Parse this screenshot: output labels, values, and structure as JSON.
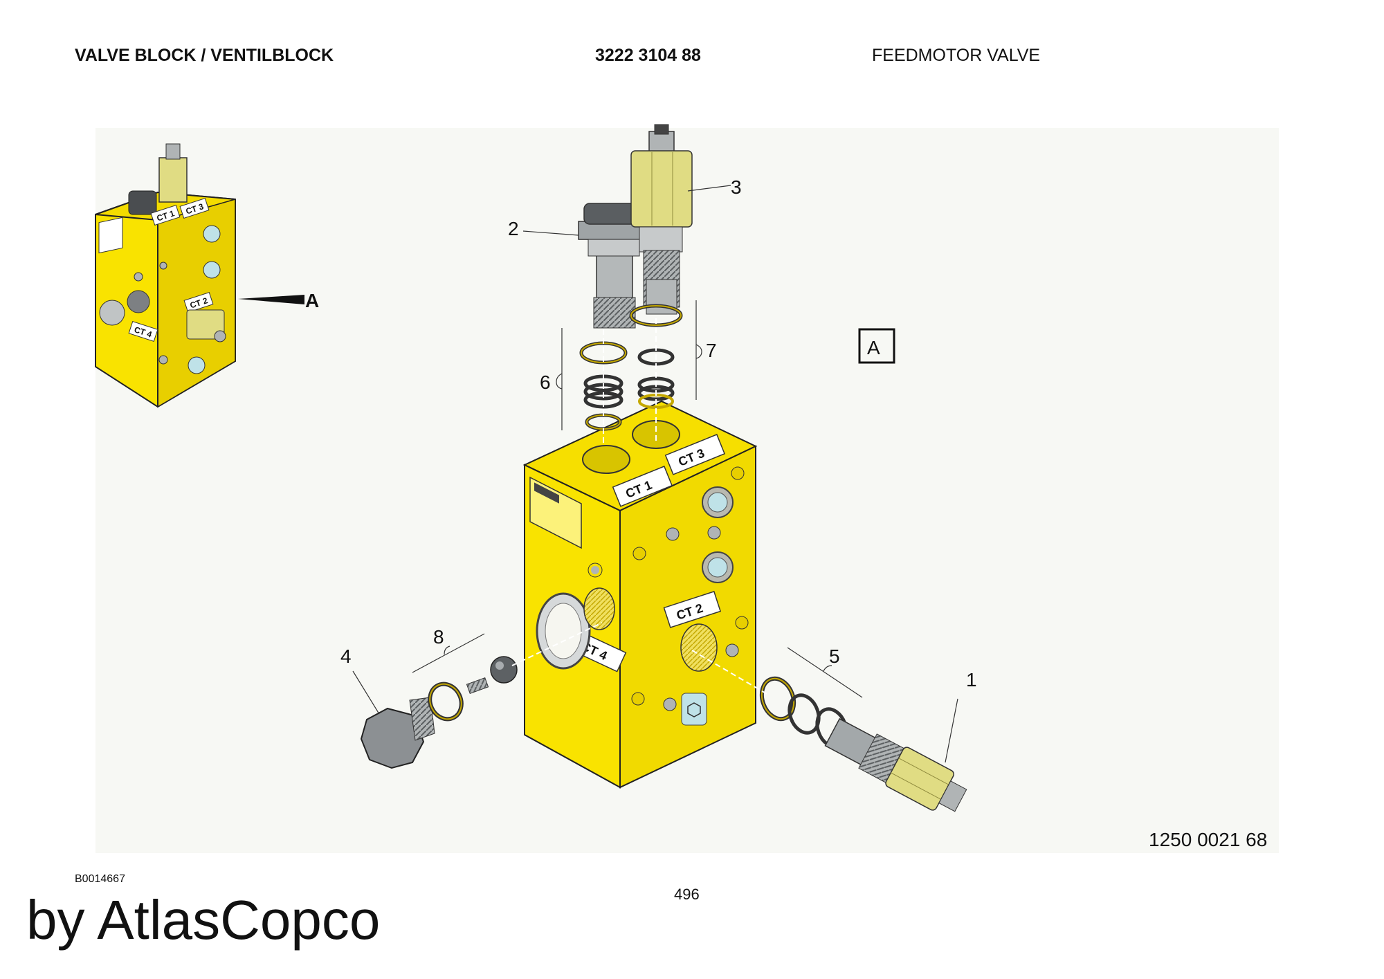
{
  "header": {
    "title": "VALVE BLOCK / VENTILBLOCK",
    "part_number": "3222 3104 88",
    "description": "FEEDMOTOR VALVE"
  },
  "drawing": {
    "overview_label": "A",
    "view_marker": "A",
    "callouts": [
      "1",
      "2",
      "3",
      "4",
      "5",
      "6",
      "7",
      "8"
    ],
    "port_labels": {
      "ct1": "CT 1",
      "ct2": "CT 2",
      "ct3": "CT 3",
      "ct4": "CT 4"
    },
    "colors": {
      "block": "#f9e300",
      "block_side": "#e8cf00",
      "cartridge": "#e0dc83",
      "steel": "#a3a8aa",
      "background": "#f7f8f4"
    }
  },
  "footer": {
    "doc_number": "1250 0021 68",
    "image_id": "B0014667",
    "page_number": "496",
    "brand_credit": "by AtlasCopco"
  }
}
